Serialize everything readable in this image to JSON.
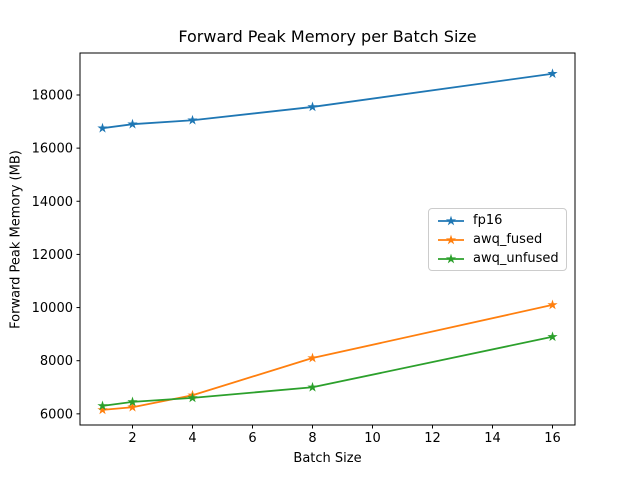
{
  "chart_data": {
    "type": "line",
    "title": "Forward Peak Memory per Batch Size",
    "xlabel": "Batch Size",
    "ylabel": "Forward Peak Memory (MB)",
    "x": [
      1,
      2,
      4,
      8,
      16
    ],
    "series": [
      {
        "name": "fp16",
        "color": "#1f77b4",
        "values": [
          16750,
          16900,
          17050,
          17550,
          18800
        ]
      },
      {
        "name": "awq_fused",
        "color": "#ff7f0e",
        "values": [
          6150,
          6250,
          6700,
          8100,
          10100
        ]
      },
      {
        "name": "awq_unfused",
        "color": "#2ca02c",
        "values": [
          6300,
          6450,
          6600,
          7000,
          8900
        ]
      }
    ],
    "xticks": [
      "2",
      "4",
      "6",
      "8",
      "10",
      "12",
      "14",
      "16"
    ],
    "xtick_values": [
      2,
      4,
      6,
      8,
      10,
      12,
      14,
      16
    ],
    "yticks": [
      "6000",
      "8000",
      "10000",
      "12000",
      "14000",
      "16000",
      "18000"
    ],
    "ytick_values": [
      6000,
      8000,
      10000,
      12000,
      14000,
      16000,
      18000
    ],
    "xlim": [
      0.25,
      16.75
    ],
    "ylim": [
      5580,
      19580
    ],
    "marker": "star",
    "grid": false,
    "legend_position": "center-right",
    "background_color": "#ffffff",
    "spine_color": "#000000"
  }
}
